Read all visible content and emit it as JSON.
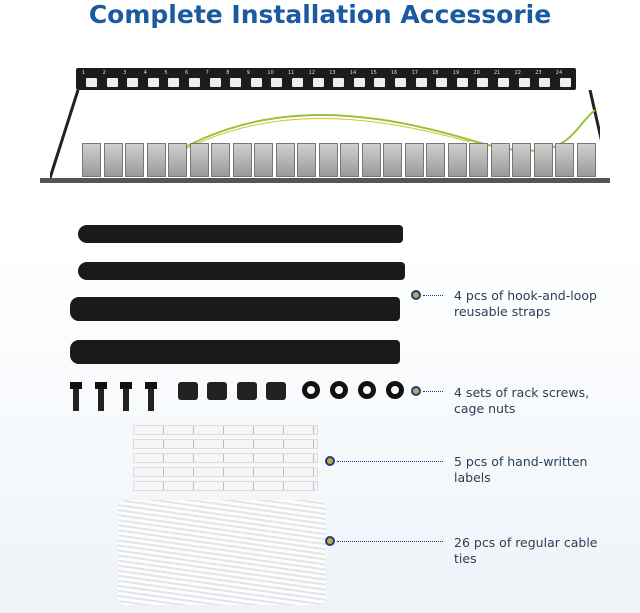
{
  "title": "Complete Installation Accessorie",
  "port_numbers": [
    "1",
    "2",
    "3",
    "4",
    "5",
    "6",
    "7",
    "8",
    "9",
    "10",
    "11",
    "12",
    "13",
    "14",
    "15",
    "16",
    "17",
    "18",
    "19",
    "20",
    "21",
    "22",
    "23",
    "24"
  ],
  "callouts": [
    {
      "line1": "4 pcs of hook-and-loop",
      "line2": "reusable straps"
    },
    {
      "line1": "4 sets of rack screws,",
      "line2": "cage nuts"
    },
    {
      "line1": "5 pcs of hand-written",
      "line2": "labels"
    },
    {
      "line1": "26 pcs of regular cable",
      "line2": "ties"
    }
  ],
  "colors": {
    "title": "#1b5a9e",
    "callout_text": "#2b3f55",
    "marker": "#1d3f7a"
  }
}
